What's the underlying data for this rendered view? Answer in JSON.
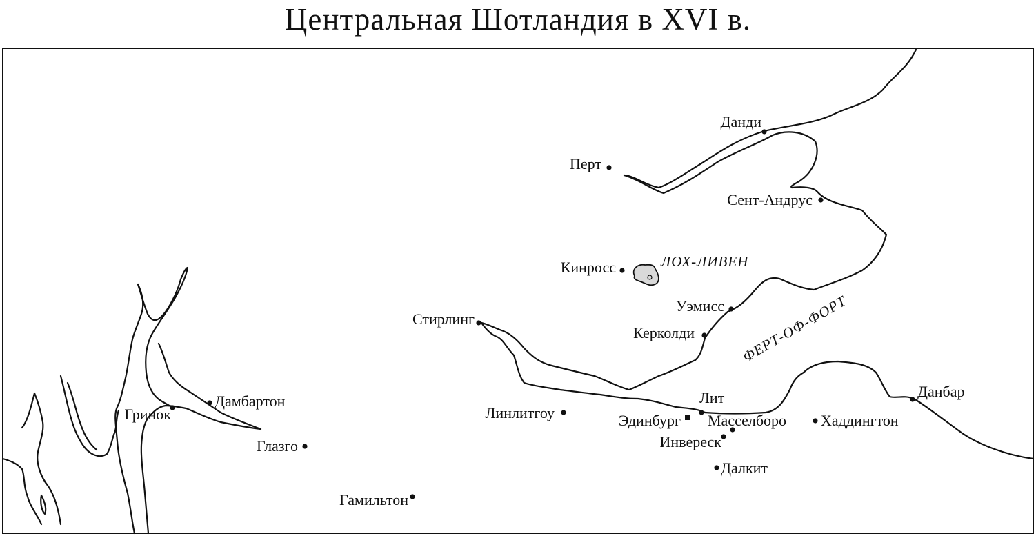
{
  "title": "Центральная Шотландия в XVI в.",
  "water_labels": {
    "loch_leven": "ЛОХ-ЛИВЕН",
    "firth_of_forth": "ФЕРТ-ОФ-ФОРТ"
  },
  "towns": {
    "dundee": "Данди",
    "perth": "Перт",
    "st_andrews": "Сент-Андрус",
    "kinross": "Кинросс",
    "wemyss": "Уэмисс",
    "kirkcaldy": "Керколди",
    "stirling": "Стирлинг",
    "linlithgow": "Линлитгоу",
    "leith": "Лит",
    "edinburgh": "Эдинбург",
    "musselburgh": "Масселборо",
    "haddington": "Хаддингтон",
    "dunbar": "Данбар",
    "inveresk": "Инвереск",
    "dalkeith": "Далкит",
    "greenock": "Гринок",
    "dumbarton": "Дамбартон",
    "glasgow": "Глазго",
    "hamilton": "Гамильтон"
  },
  "colors": {
    "ink": "#111111",
    "background": "#ffffff",
    "lake_fill": "#d9d9d9"
  },
  "icons": {
    "town_marker": "dot",
    "capital_marker": "square"
  }
}
